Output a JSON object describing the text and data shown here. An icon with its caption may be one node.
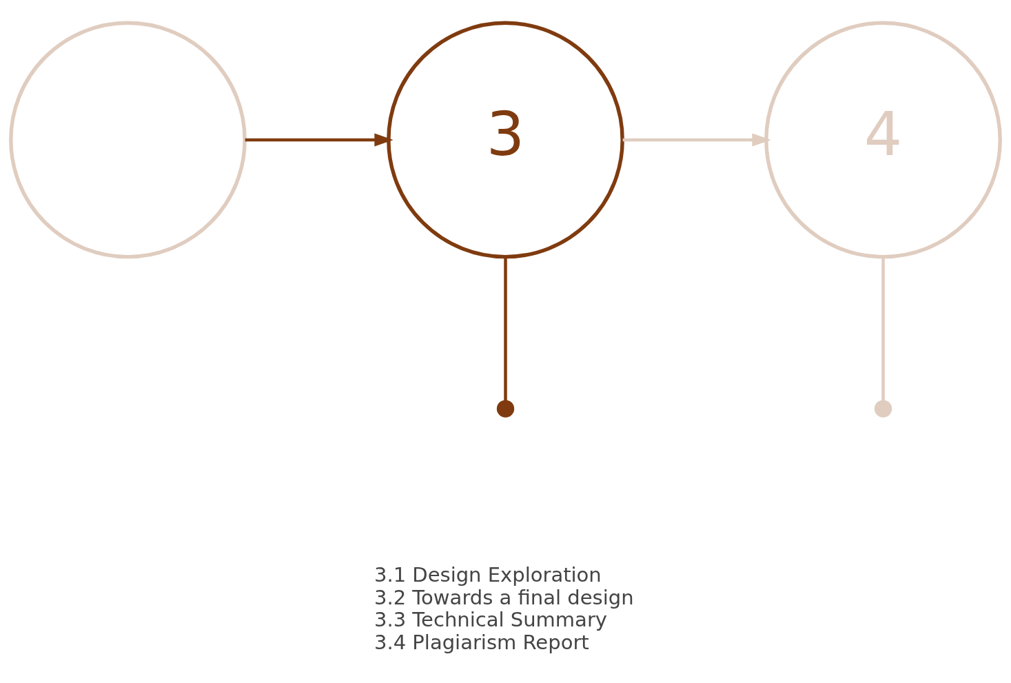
{
  "diagram": {
    "nodes": [
      {
        "text": [],
        "shape": "circle"
      },
      {
        "text": [
          "3"
        ]
      },
      {
        "text": [
          "4"
        ]
      },
      {
        "text": [],
        "shape": "circle",
        "beside": [
          "3.1 Design Exploration",
          "3.2 Towards a final design",
          "3.3 Technical Summary",
          "3.4 Plagiarism Report"
        ]
      },
      {
        "text": [],
        "shape": "circle"
      }
    ],
    "edges": [
      {
        "from": 0,
        "to": 1,
        "arrow": "to"
      },
      {
        "from": 1,
        "to": 2,
        "arrow": "to",
        "color": "#e0cdc0"
      },
      {
        "from": 1,
        "to": 3,
        "arrow": "none"
      },
      {
        "from": 2,
        "to": 4,
        "arrow": "none",
        "color": "#e0cdc0"
      }
    ]
  }
}
